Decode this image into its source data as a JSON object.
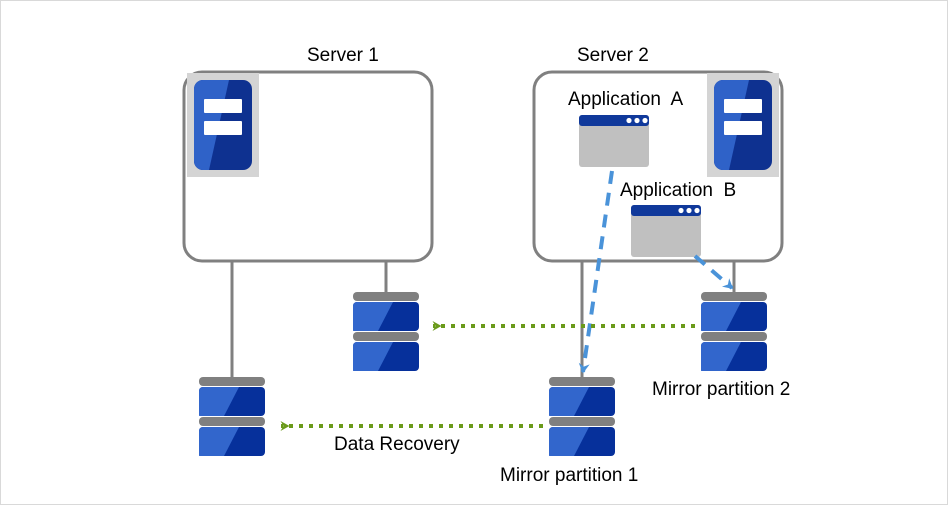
{
  "diagram": {
    "title_server1": "Server 1",
    "title_server2": "Server 2",
    "label_app_a": "Application  A",
    "label_app_b": "Application  B",
    "label_mirror1": "Mirror partition 1",
    "label_mirror2": "Mirror partition 2",
    "label_data_recovery": "Data Recovery"
  },
  "colors": {
    "frame_border": "#d9d9d9",
    "box_stroke": "#808080",
    "connector": "#808080",
    "disk_band": "#808080",
    "disk_blue_light": "#3266cc",
    "disk_blue_dark": "#06309b",
    "server_icon_frame": "#d4d4d4",
    "server_icon_blue_light": "#2f62c8",
    "server_icon_blue_dark": "#0e3190",
    "window_titlebar": "#10399b",
    "window_body": "#c0c0c0",
    "arrow_blue": "#4a93d9",
    "arrow_green": "#6a9a1a",
    "text": "#000000"
  },
  "icons": {
    "server_tower": "server-tower-icon",
    "app_window": "application-window-icon",
    "disk_stack": "disk-stack-icon",
    "arrow_dashed_blue": "dashed-blue-arrow-icon",
    "arrow_dotted_green": "dotted-green-arrow-icon"
  }
}
